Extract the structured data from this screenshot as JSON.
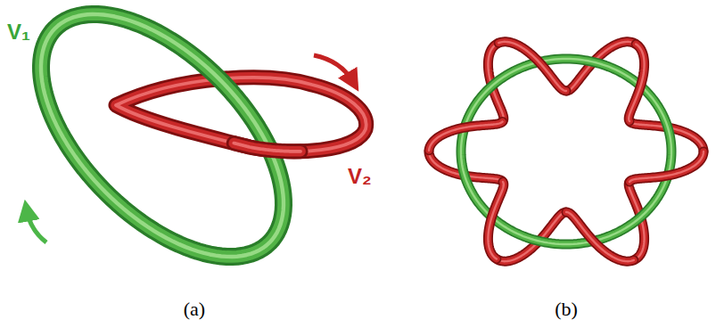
{
  "diagram": {
    "labels": [
      "V₁",
      "V₂",
      "(a)",
      "(b)"
    ]
  }
}
